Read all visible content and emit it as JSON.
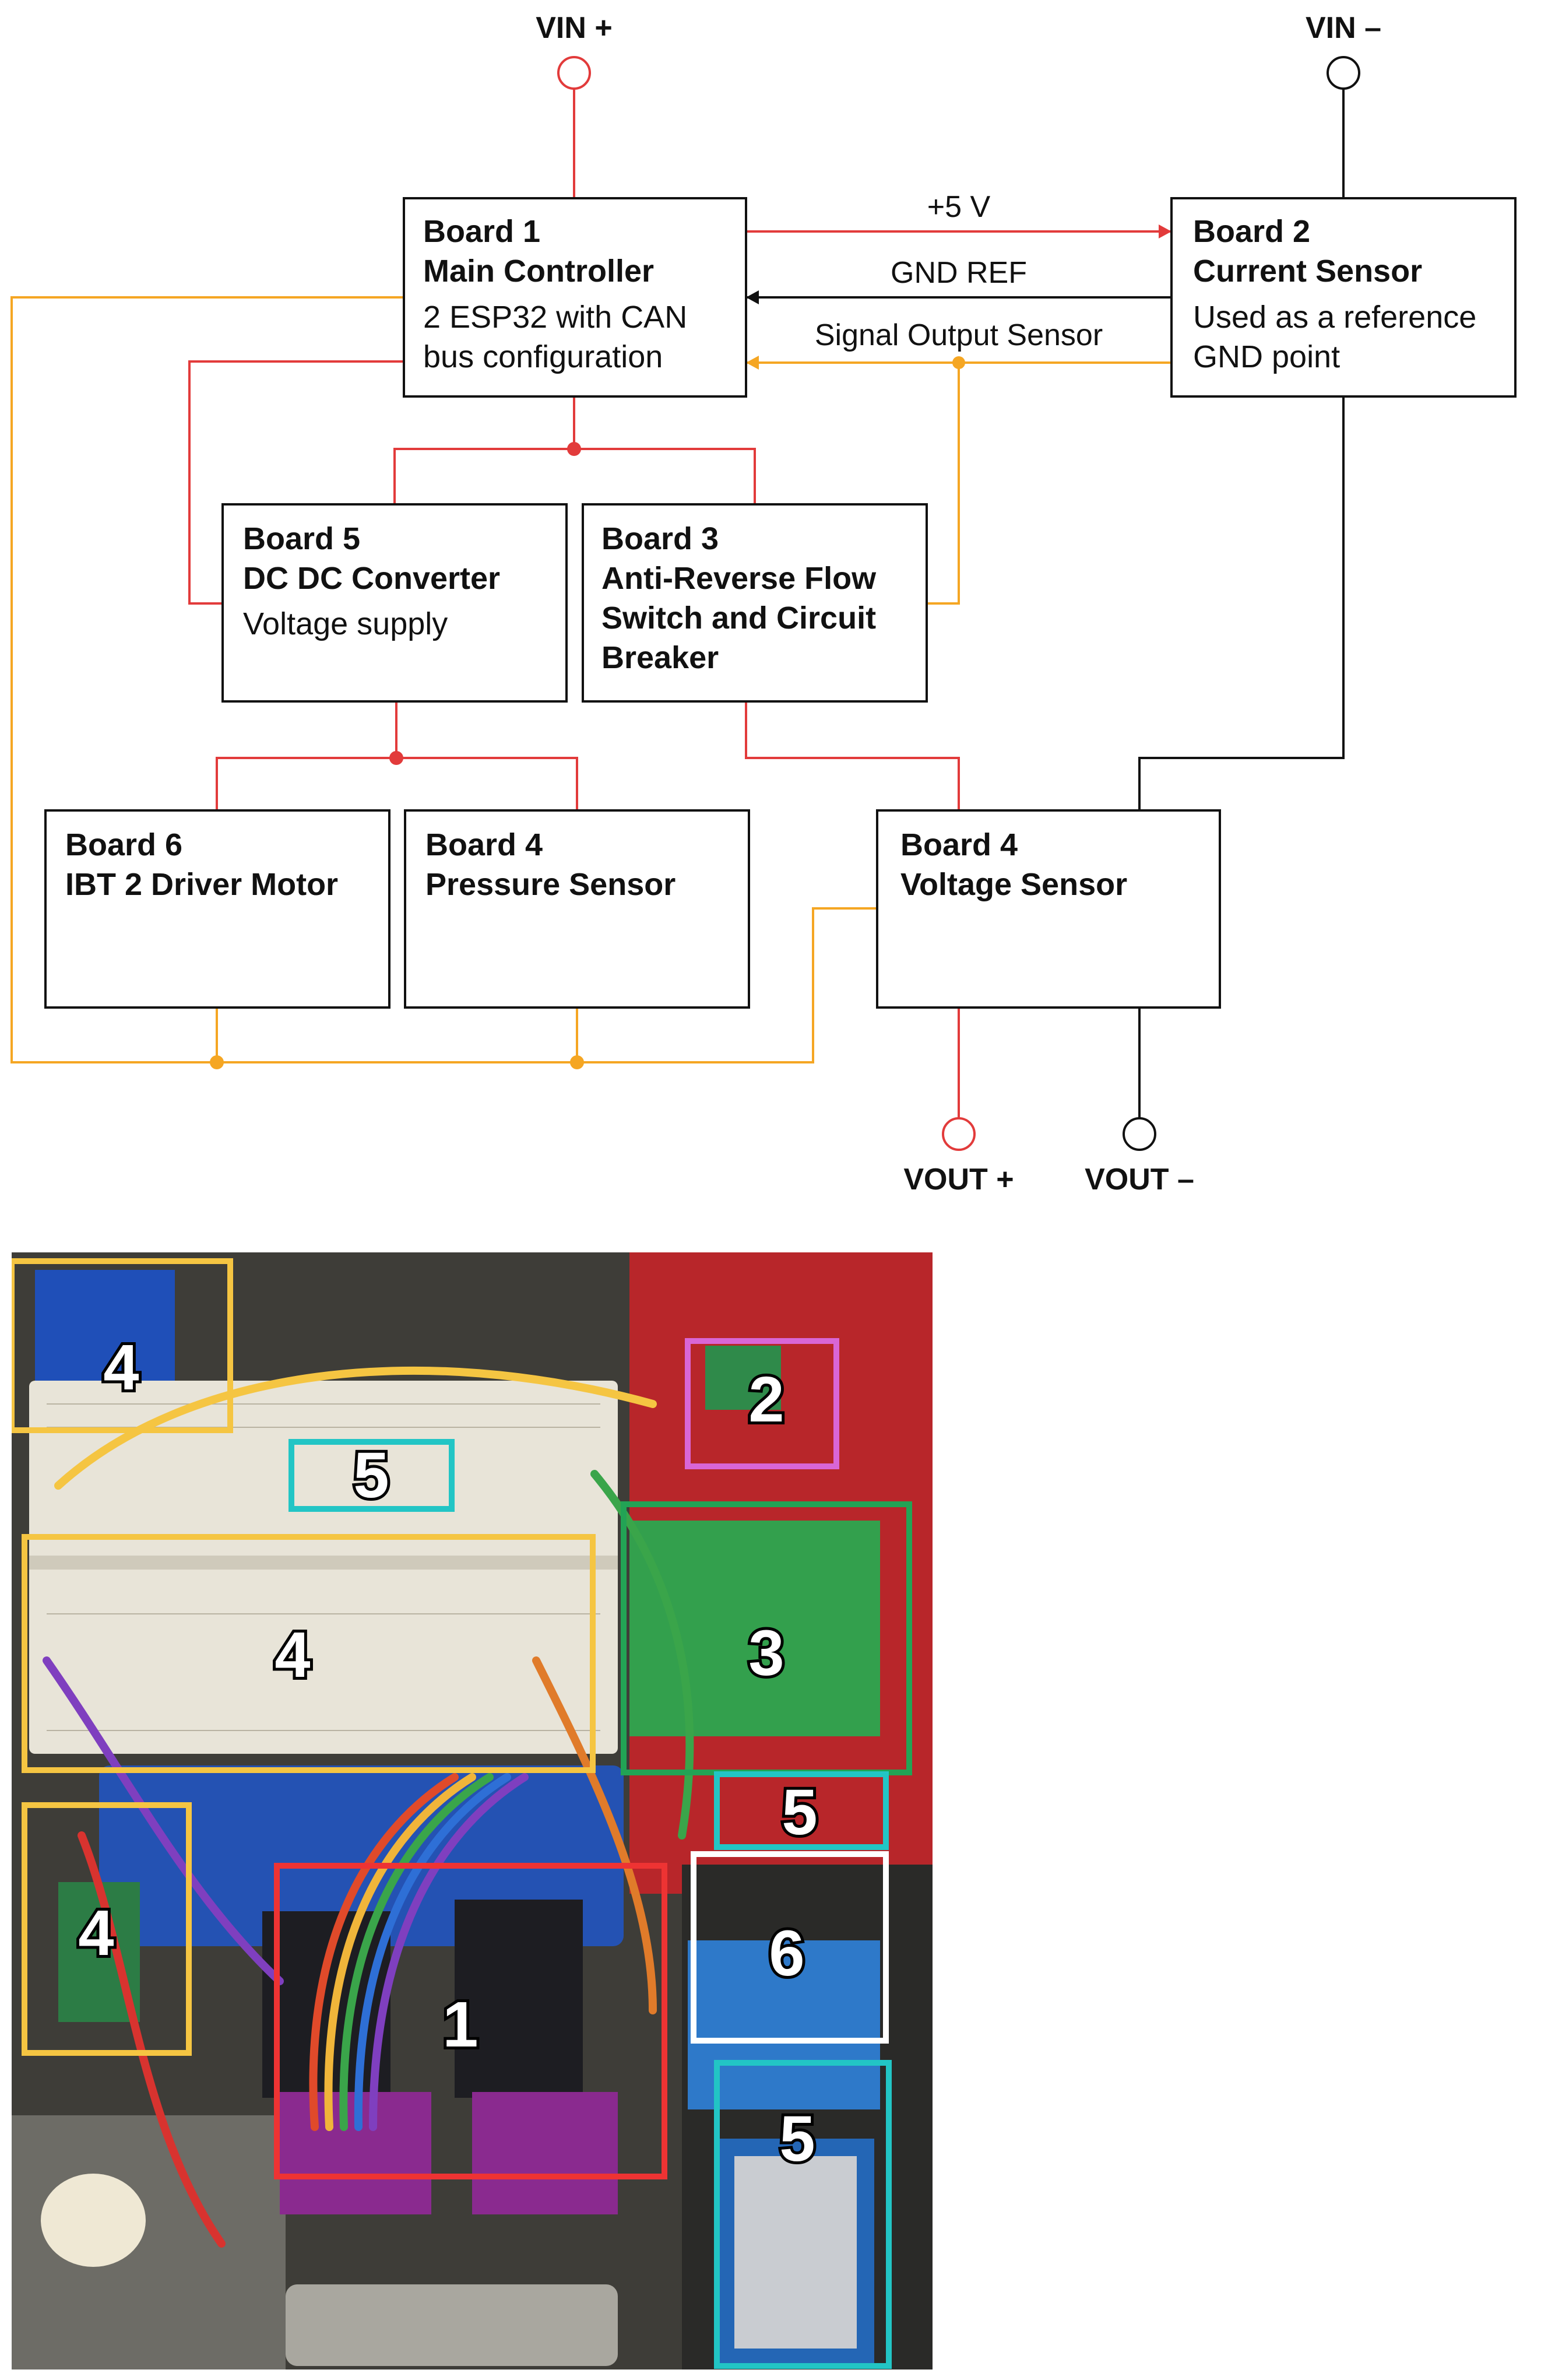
{
  "colors": {
    "power": "#e23b3b",
    "ground": "#111111",
    "signal": "#f5a623",
    "box_border": "#111111",
    "region_board1": "#ee3333",
    "region_board2": "#d966d6",
    "region_board3": "#22a355",
    "region_board4": "#f5c542",
    "region_board5": "#22c5c5",
    "region_board6": "#ffffff"
  },
  "terminals": {
    "vin_plus": "VIN +",
    "vin_minus": "VIN –",
    "vout_plus": "VOUT +",
    "vout_minus": "VOUT –"
  },
  "wires": {
    "plus5v": "+5 V",
    "gnd_ref": "GND REF",
    "signal_output": "Signal Output Sensor"
  },
  "boards": {
    "b1": {
      "title1": "Board 1",
      "title2": "Main Controller",
      "note1": "2 ESP32 with CAN",
      "note2": "bus configuration"
    },
    "b2": {
      "title1": "Board 2",
      "title2": "Current Sensor",
      "note1": "Used as a reference",
      "note2": "GND point"
    },
    "b5": {
      "title1": "Board 5",
      "title2": "DC DC Converter",
      "note1": "Voltage supply"
    },
    "b3": {
      "title1": "Board 3",
      "title2": "Anti-Reverse Flow",
      "title3": "Switch and Circuit",
      "title4": "Breaker"
    },
    "b6": {
      "title1": "Board 6",
      "title2": "IBT 2 Driver Motor"
    },
    "b4p": {
      "title1": "Board 4",
      "title2": "Pressure Sensor"
    },
    "b4v": {
      "title1": "Board 4",
      "title2": "Voltage Sensor"
    }
  },
  "photo_regions": {
    "r4a": "4",
    "r5a": "5",
    "r2": "2",
    "r4b": "4",
    "r3": "3",
    "r5b": "5",
    "r4c": "4",
    "r6": "6",
    "r1": "1",
    "r5c": "5"
  }
}
